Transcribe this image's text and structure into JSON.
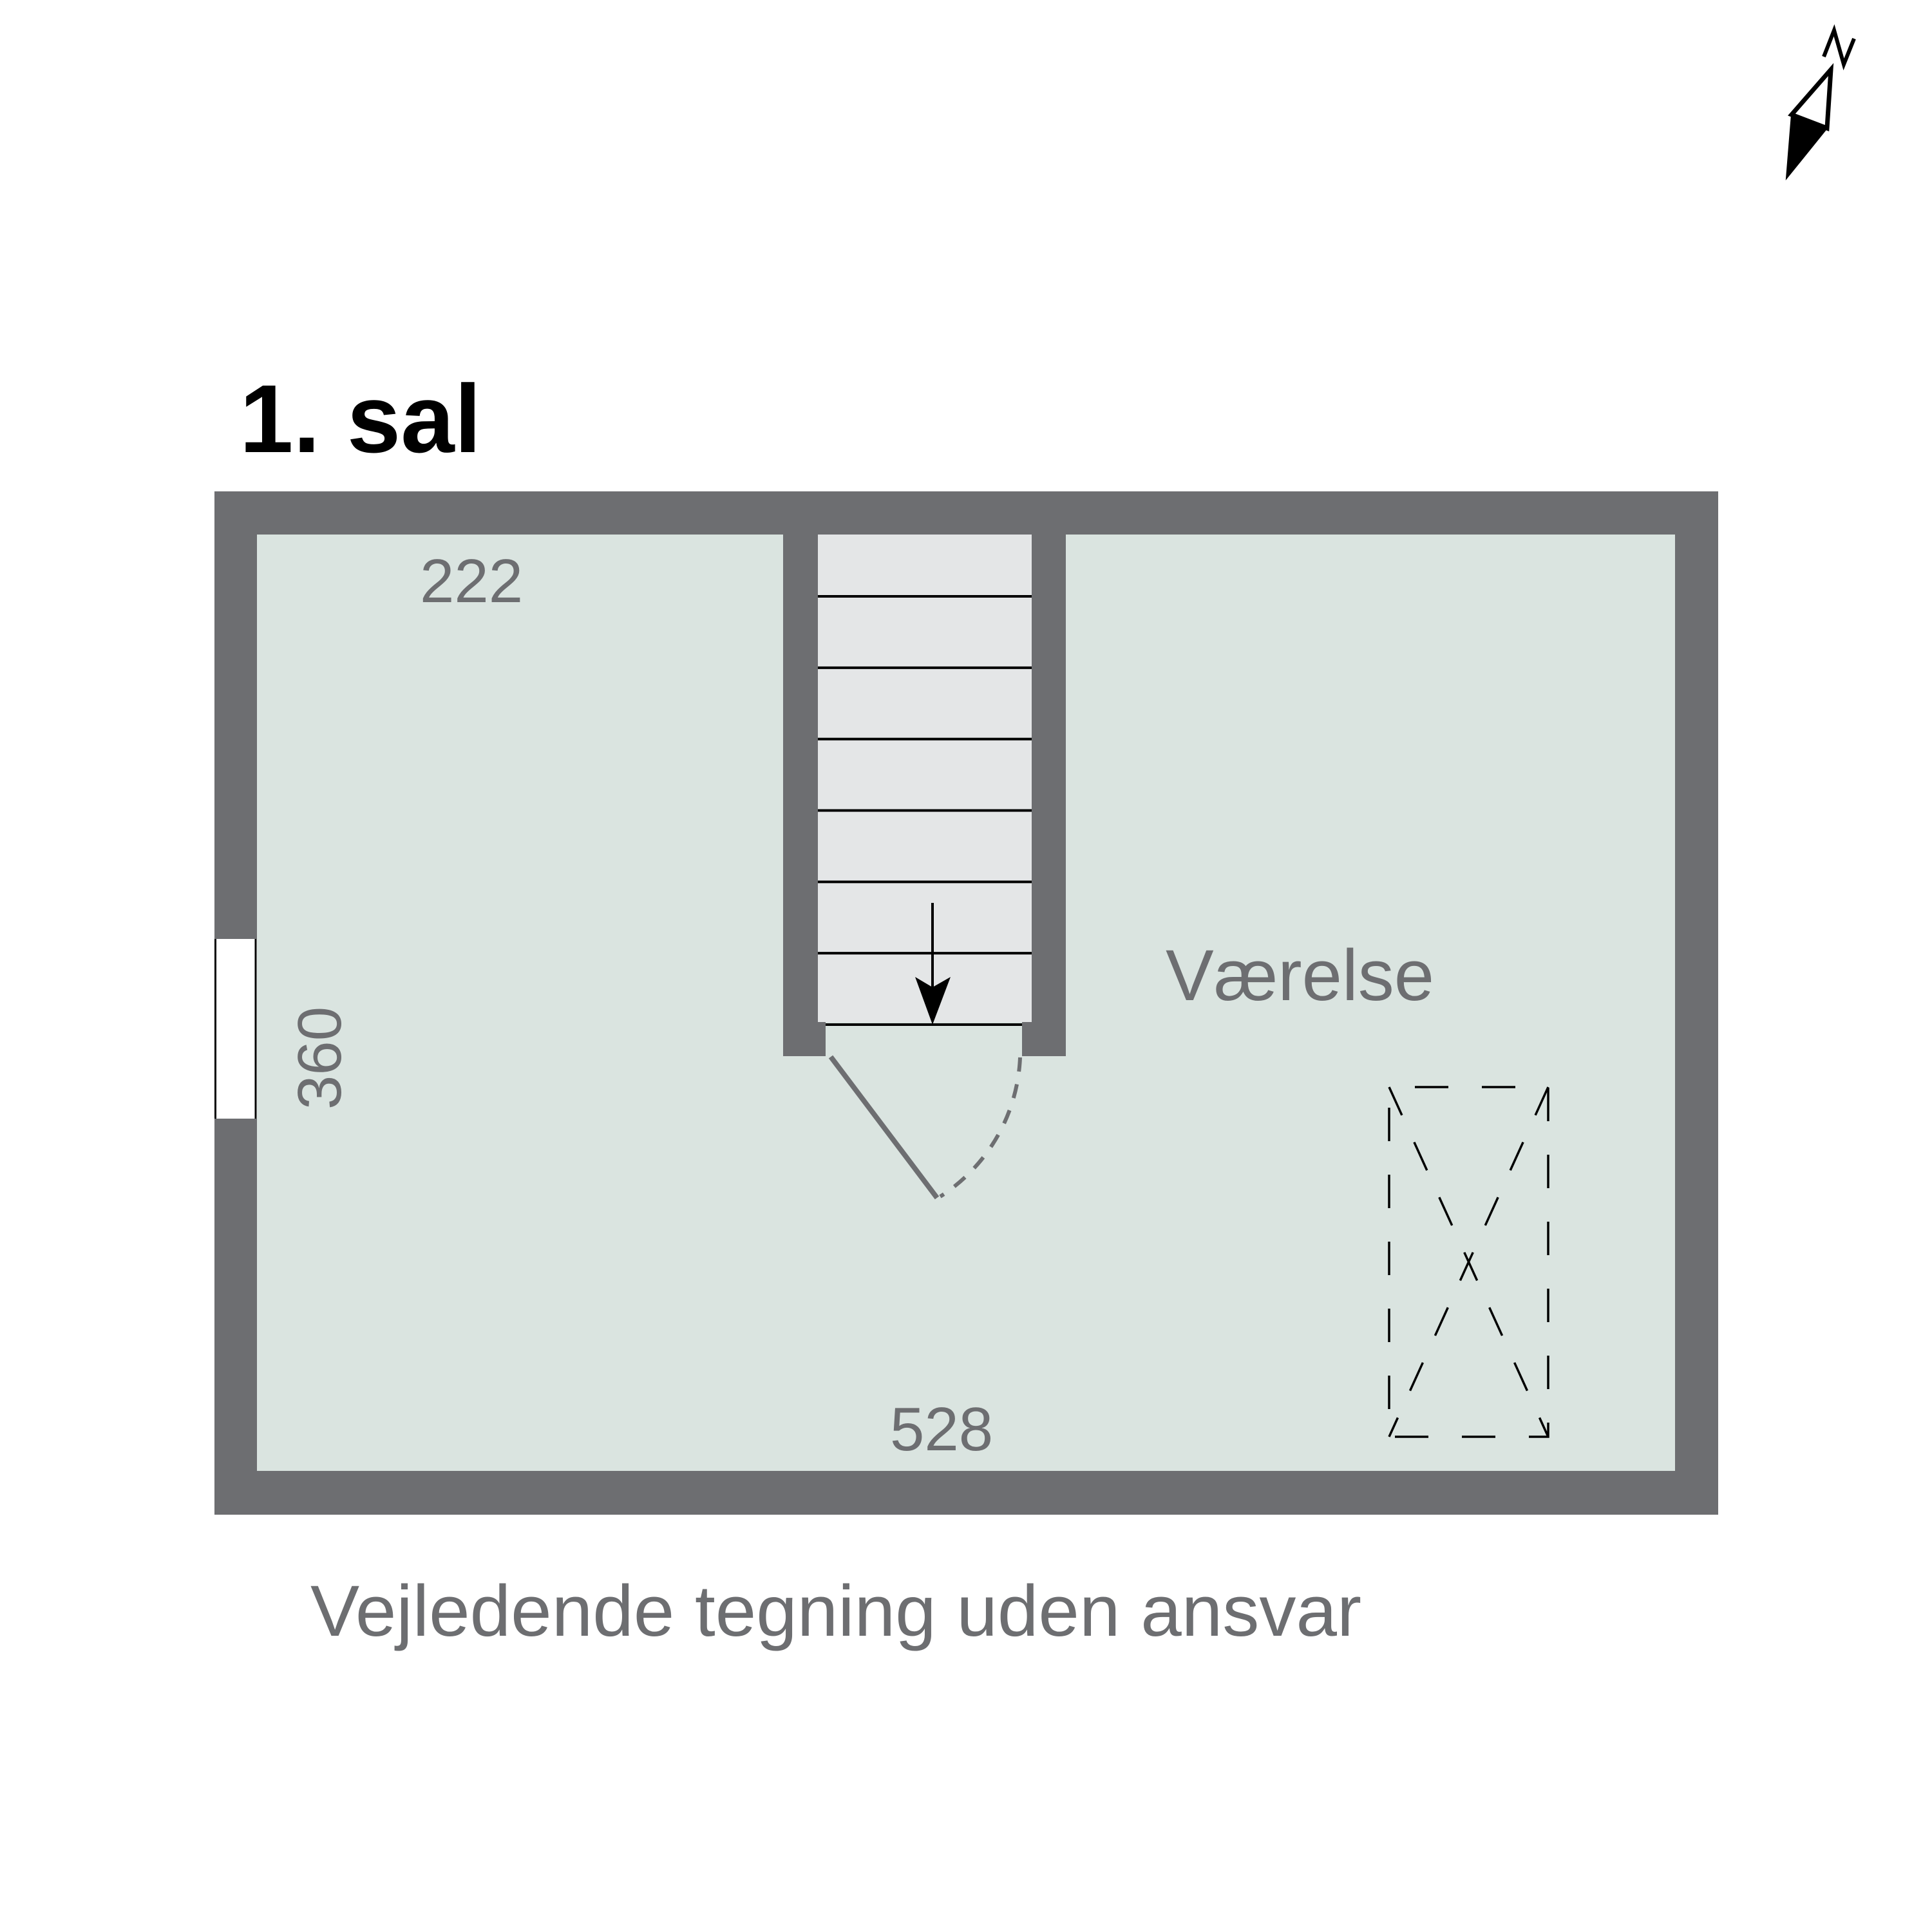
{
  "floor_title": "1. sal",
  "compass": {
    "label": "N",
    "icon": "north-arrow-icon"
  },
  "room": {
    "name": "Værelse"
  },
  "dimensions": {
    "top_width": "222",
    "left_height": "360",
    "bottom_width": "528"
  },
  "stair": {
    "steps": 7,
    "direction": "down"
  },
  "disclaimer": "Vejledende tegning uden ansvar",
  "colors": {
    "wall": "#6d6e71",
    "floor": "#dae4e0",
    "stair": "#e4e6e7",
    "text": "#6d6e71",
    "line": "#000000"
  }
}
